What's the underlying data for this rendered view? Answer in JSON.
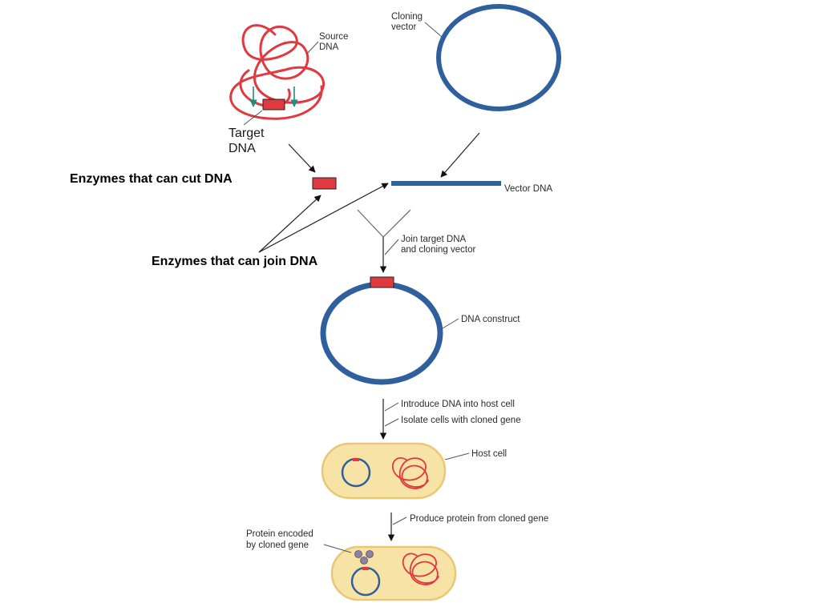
{
  "labels": {
    "source_dna_line1": "Source",
    "source_dna_line2": "DNA",
    "target_dna_line1": "Target",
    "target_dna_line2": "DNA",
    "cloning_vector_line1": "Cloning",
    "cloning_vector_line2": "vector",
    "vector_dna": "Vector DNA",
    "enzymes_cut": "Enzymes that can cut DNA",
    "enzymes_join": "Enzymes that can join DNA",
    "join_step_line1": "Join target DNA",
    "join_step_line2": "and cloning vector",
    "dna_construct": "DNA construct",
    "introduce_step": "Introduce DNA into host cell",
    "isolate_step": "Isolate cells with cloned gene",
    "host_cell": "Host cell",
    "produce_step": "Produce protein from cloned gene",
    "protein_line1": "Protein encoded",
    "protein_line2": "by cloned gene"
  },
  "colors": {
    "dna_red": "#e0393f",
    "vector_blue": "#2f5f9c",
    "cell_fill": "#f8e3a6",
    "cell_stroke": "#e9c777",
    "arrow_teal": "#1f8f7a",
    "protein": "#8a80a8"
  }
}
